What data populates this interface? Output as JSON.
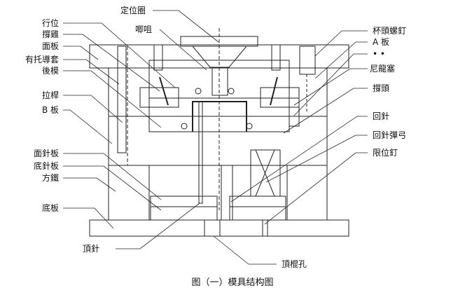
{
  "title": "模具结构图",
  "caption": "图（一）模具结构图",
  "labels": {
    "left": [
      {
        "id": "slider",
        "text": "行位"
      },
      {
        "id": "wedge",
        "text": "撐雞"
      },
      {
        "id": "top-clamp-plate",
        "text": "面板"
      },
      {
        "id": "guide-bushing",
        "text": "有托導套"
      },
      {
        "id": "core-insert",
        "text": "後模"
      },
      {
        "id": "sprue-puller",
        "text": "拉桿"
      },
      {
        "id": "b-plate",
        "text": "B 板"
      },
      {
        "id": "ejector-retainer-plate",
        "text": "面針板"
      },
      {
        "id": "ejector-plate",
        "text": "底針板"
      },
      {
        "id": "spacer-block",
        "text": "方鐵"
      },
      {
        "id": "bottom-clamp-plate",
        "text": "底板"
      },
      {
        "id": "ejector-pin",
        "text": "頂針"
      }
    ],
    "top": [
      {
        "id": "locating-ring",
        "text": "定位圈"
      },
      {
        "id": "sprue-bushing",
        "text": "唧咀"
      }
    ],
    "right": [
      {
        "id": "cap-screw",
        "text": "杯頭螺釘"
      },
      {
        "id": "a-plate",
        "text": "A 板"
      },
      {
        "id": "dots",
        "text": "• •"
      },
      {
        "id": "nylon-plug",
        "text": "尼龍塞"
      },
      {
        "id": "support-head",
        "text": "撐頭"
      },
      {
        "id": "return-pin",
        "text": "回針"
      },
      {
        "id": "return-spring",
        "text": "回針彈弓"
      },
      {
        "id": "stop-pin",
        "text": "限位釘"
      }
    ],
    "bottom": [
      {
        "id": "ko-hole",
        "text": "頂棍孔"
      }
    ]
  },
  "colors": {
    "line": "#222222",
    "background": "#ffffff",
    "text": "#111111"
  }
}
